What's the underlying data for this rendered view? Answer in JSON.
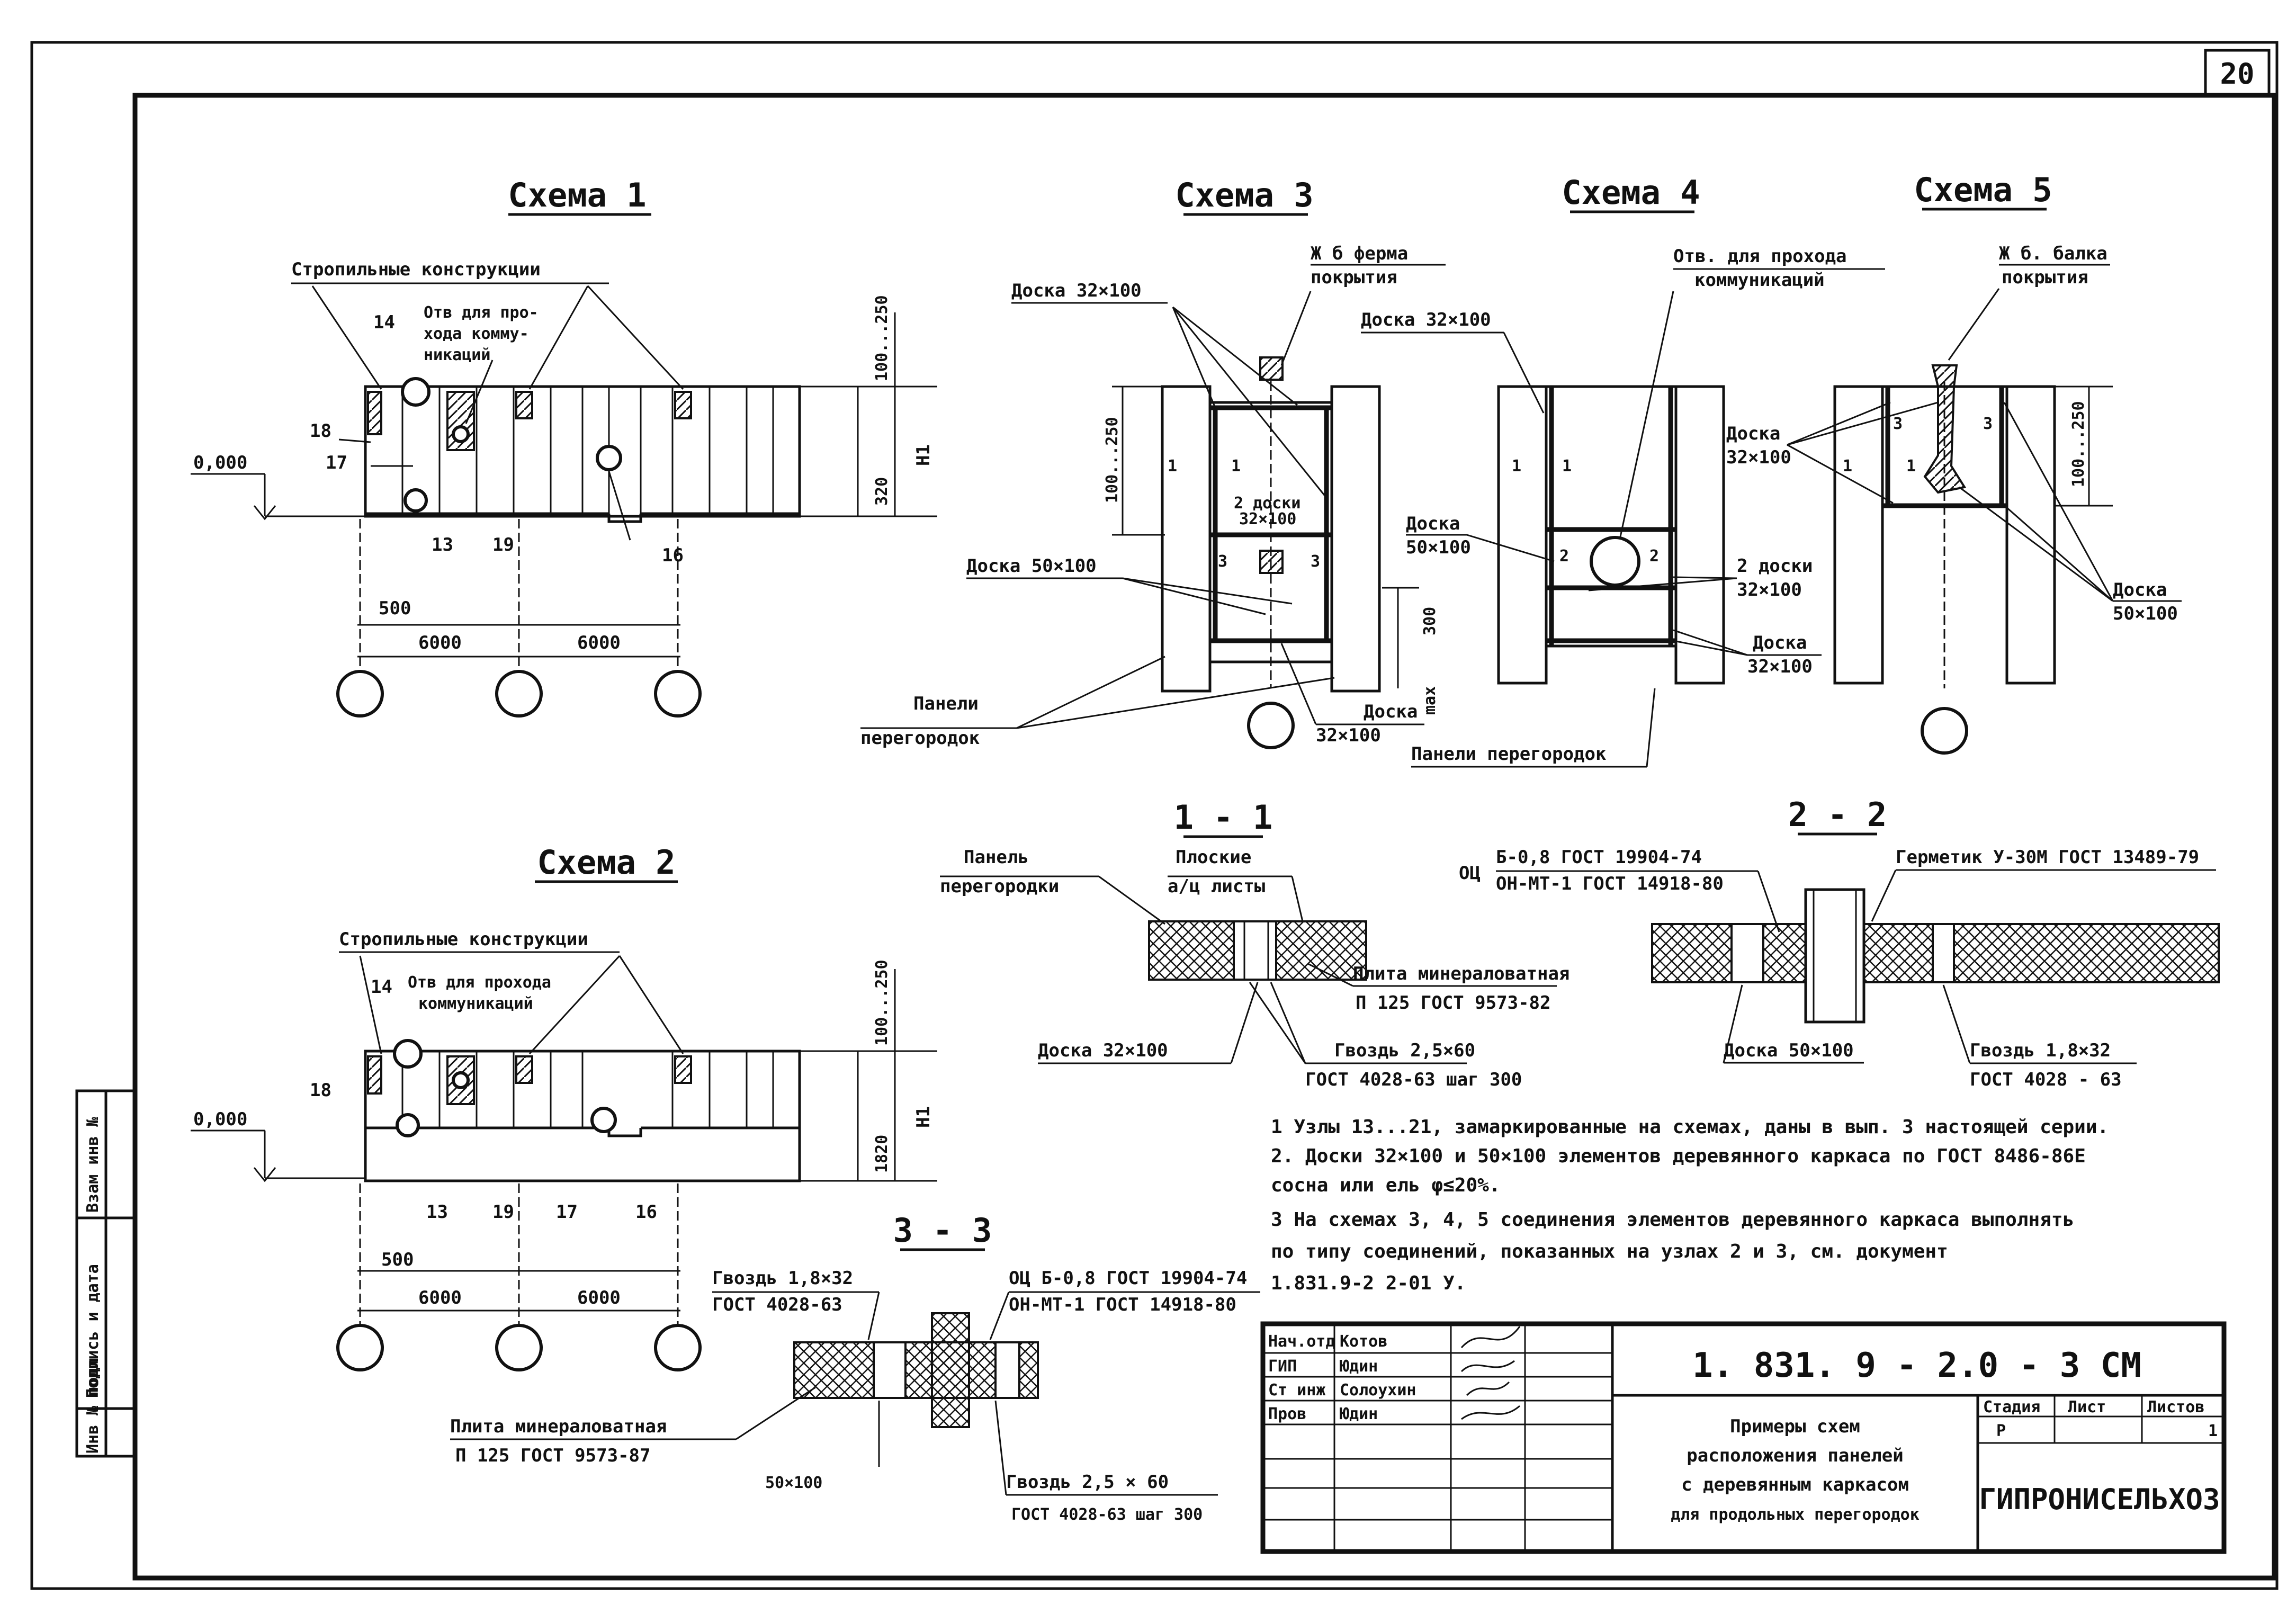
{
  "sheet": {
    "sheet_number": "20",
    "side_stamp": [
      "Взам инв №",
      "Подпись и дата",
      "Инв № подл"
    ]
  },
  "scheme1": {
    "title": "Схема 1",
    "roof_label": "Стропильные конструкции",
    "hole_label": [
      "Отв для про-",
      "хода комму-",
      "никаций"
    ],
    "level": "0,000",
    "dim_top": "100...250",
    "dim_bottom": "320",
    "dim_h": "H1",
    "spans": [
      "6000",
      "6000"
    ],
    "offset": "500",
    "nodes": [
      "14",
      "18",
      "17",
      "13",
      "19",
      "16"
    ]
  },
  "scheme2": {
    "title": "Схема 2",
    "roof_label": "Стропильные конструкции",
    "hole_label": [
      "Отв для прохода",
      "коммуникаций"
    ],
    "level": "0,000",
    "dim_top": "100...250",
    "dim_bottom": "1820",
    "dim_h": "H1",
    "spans": [
      "6000",
      "6000"
    ],
    "offset": "500",
    "nodes": [
      "14",
      "18",
      "13",
      "19",
      "17",
      "16"
    ]
  },
  "scheme3": {
    "title": "Схема 3",
    "truss": [
      "Ж б ферма",
      "покрытия"
    ],
    "board_top": "Доска 32×100",
    "board_mid": [
      "2 доски",
      "32×100"
    ],
    "board_side": "Доска 50×100",
    "board_bottom": [
      "Доска",
      "32×100"
    ],
    "panels": [
      "Панели",
      "перегородок"
    ],
    "dim_top": "100...250",
    "dim_300": "300",
    "dim_max": "max",
    "cuts": [
      "1",
      "1",
      "3",
      "3"
    ]
  },
  "scheme4": {
    "title": "Схема 4",
    "hole": [
      "Отв. для прохода",
      "коммуникаций"
    ],
    "board_top": "Доска 32×100",
    "board_side": [
      "Доска",
      "50×100"
    ],
    "board_mid": [
      "2 доски",
      "32×100"
    ],
    "board_bottom": [
      "Доска",
      "32×100"
    ],
    "panels": "Панели перегородок",
    "cuts": [
      "1",
      "1",
      "2",
      "2"
    ]
  },
  "scheme5": {
    "title": "Схема 5",
    "beam": [
      "Ж б. балка",
      "покрытия"
    ],
    "board_top": [
      "Доска",
      "32×100"
    ],
    "board_bottom": [
      "Доска",
      "50×100"
    ],
    "dim_top": "100...250",
    "cuts": [
      "3",
      "1",
      "1",
      "3"
    ]
  },
  "section11": {
    "title": "1 - 1",
    "panel": [
      "Панель",
      "перегородки"
    ],
    "sheets": [
      "Плоские",
      "а/ц листы"
    ],
    "wool": [
      "Плита минераловатная",
      "П 125  ГОСТ 9573-82"
    ],
    "board": "Доска 32×100",
    "nail": [
      "Гвоздь 2,5×60",
      "ГОСТ 4028-63 шаг 300"
    ]
  },
  "section22": {
    "title": "2 - 2",
    "paint_prefix": "ОЦ",
    "paint": [
      "Б-0,8  ГОСТ 19904-74",
      "ОН-МТ-1 ГОСТ 14918-80"
    ],
    "sealant": "Герметик У-30М ГОСТ 13489-79",
    "board": "Доска 50×100",
    "nail": [
      "Гвоздь  1,8×32",
      "ГОСТ 4028 - 63"
    ]
  },
  "section33": {
    "title": "3 - 3",
    "nail_a": [
      "Гвоздь 1,8×32",
      "ГОСТ 4028-63"
    ],
    "paint": [
      "ОЦ Б-0,8 ГОСТ 19904-74",
      "ОН-МТ-1 ГОСТ 14918-80"
    ],
    "wool": [
      "Плита минераловатная",
      "П 125  ГОСТ 9573-87"
    ],
    "board": "50×100",
    "nail_b": [
      "Гвоздь 2,5 × 60",
      "ГОСТ 4028-63 шаг 300"
    ]
  },
  "notes": [
    "1  Узлы 13...21, замаркированные на схемах, даны в вып. 3 настоящей серии.",
    "2. Доски 32×100 и 50×100 элементов деревянного каркаса по ГОСТ 8486-86Е",
    "    сосна или ель  φ≤20%.",
    "3  На схемах 3, 4, 5 соединения элементов деревянного каркаса выполнять",
    "    по типу соединений, показанных на узлах 2 и 3, см. документ",
    "    1.831.9-2 2-01 У."
  ],
  "title_block": {
    "code": "1. 831. 9 - 2.0 - 3 СМ",
    "rows": [
      {
        "role": "Нач.отд",
        "name": "Котов"
      },
      {
        "role": "ГИП",
        "name": "Юдин"
      },
      {
        "role": "Ст инж",
        "name": "Солоухин"
      },
      {
        "role": "Пров",
        "name": "Юдин"
      }
    ],
    "description": [
      "Примеры схем",
      "расположения панелей",
      "с деревянным каркасом",
      "для продольных перегородок"
    ],
    "head": [
      "Стадия",
      "Лист",
      "Листов"
    ],
    "stage": "Р",
    "sheet": "1",
    "org": "ГИПРОНИСЕЛЬХОЗ"
  }
}
